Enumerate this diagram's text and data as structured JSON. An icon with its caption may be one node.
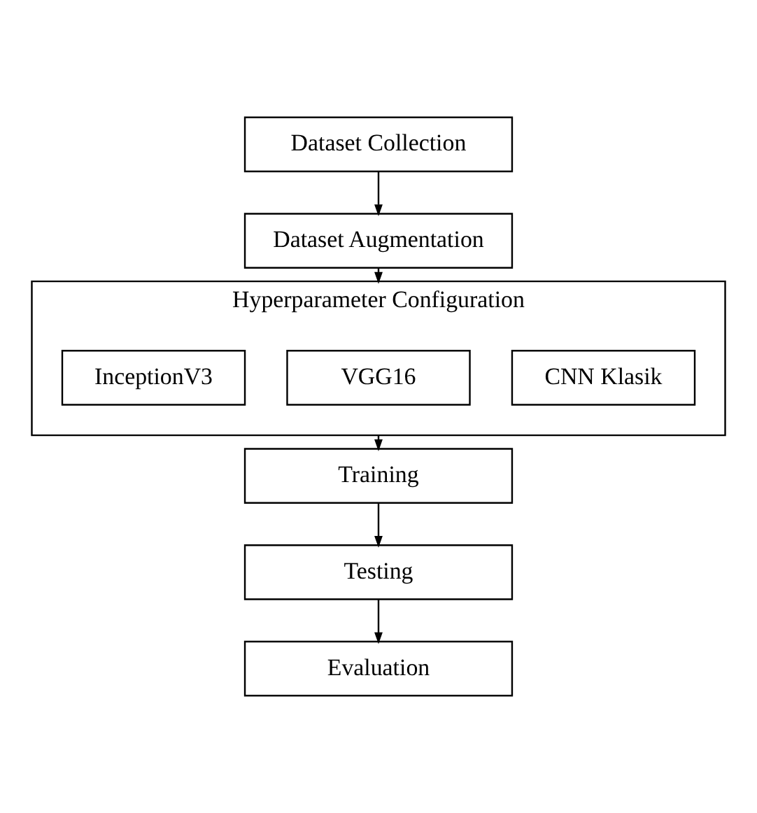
{
  "diagram": {
    "nodes": [
      {
        "text": [
          "Dataset Collection"
        ]
      },
      {
        "text": [
          "Dataset Augmentation"
        ]
      },
      {
        "text": [
          "Hyperparameter Configuration"
        ]
      },
      {
        "text": [
          "CNN Klasik"
        ],
        "in": 2
      },
      {
        "text": [
          "VGG16"
        ],
        "in": 2
      },
      {
        "text": [
          "InceptionV3"
        ],
        "in": 2
      },
      {
        "text": [
          "Training"
        ]
      },
      {
        "text": [
          "Testing"
        ]
      },
      {
        "text": [
          "Evaluation"
        ]
      }
    ],
    "edges": [
      {
        "from": 0,
        "to": 1,
        "arrow": "to"
      },
      {
        "from": 1,
        "to": 2,
        "arrow": "to"
      },
      {
        "from": 2,
        "to": 6,
        "arrow": "to"
      },
      {
        "from": 6,
        "to": 7,
        "arrow": "to"
      },
      {
        "from": 7,
        "to": 8,
        "arrow": "to"
      }
    ]
  }
}
